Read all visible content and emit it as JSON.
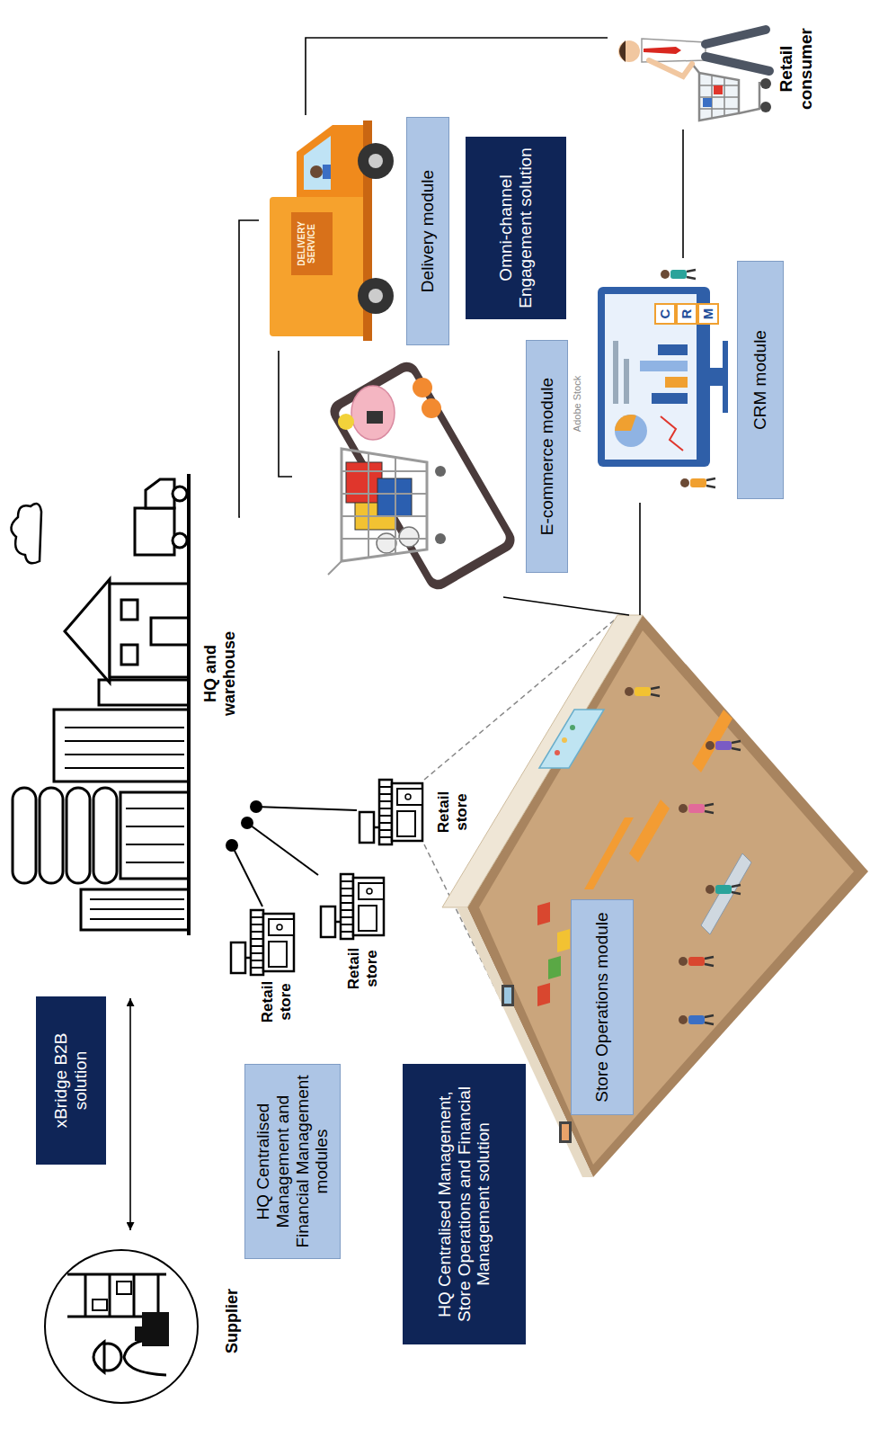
{
  "diagram": {
    "nodes": [
      {
        "text": [
          "Supplier"
        ]
      },
      {
        "text": [
          "xBridge B2B solution"
        ]
      },
      {
        "text": [
          "HQ and warehouse"
        ]
      },
      {
        "text": [
          "HQ Centralised Management and Financial Management modules"
        ]
      },
      {
        "text": [
          "Retail store"
        ]
      },
      {
        "text": [
          "Retail store"
        ]
      },
      {
        "text": [
          "Retail store"
        ]
      },
      {
        "text": [
          "HQ Centralised Management, Store Operations and Financial Management solution"
        ]
      },
      {
        "text": [
          "Store Operations module"
        ]
      },
      {
        "text": [
          "E-commerce module"
        ]
      },
      {
        "text": [
          "Delivery module"
        ]
      },
      {
        "text": [
          "Omni-channel Engagement solution"
        ]
      },
      {
        "text": [
          "CRM module"
        ]
      },
      {
        "text": [
          "Retail consumer"
        ]
      }
    ],
    "edges": [
      {
        "from": 0,
        "to": 2,
        "arrow": "both"
      },
      {
        "from": 2,
        "to": 10,
        "arrow": "none"
      },
      {
        "from": 9,
        "to": 10,
        "arrow": "none"
      },
      {
        "from": 10,
        "to": 13,
        "arrow": "none"
      },
      {
        "from": 12,
        "to": 13,
        "arrow": "none"
      },
      {
        "from": 12,
        "to": 8,
        "arrow": "none"
      },
      {
        "from": 9,
        "to": 8,
        "arrow": "none"
      }
    ],
    "labels": [
      "DELIVERY SERVICE",
      "C",
      "R",
      "M",
      "Adobe Stock"
    ]
  }
}
